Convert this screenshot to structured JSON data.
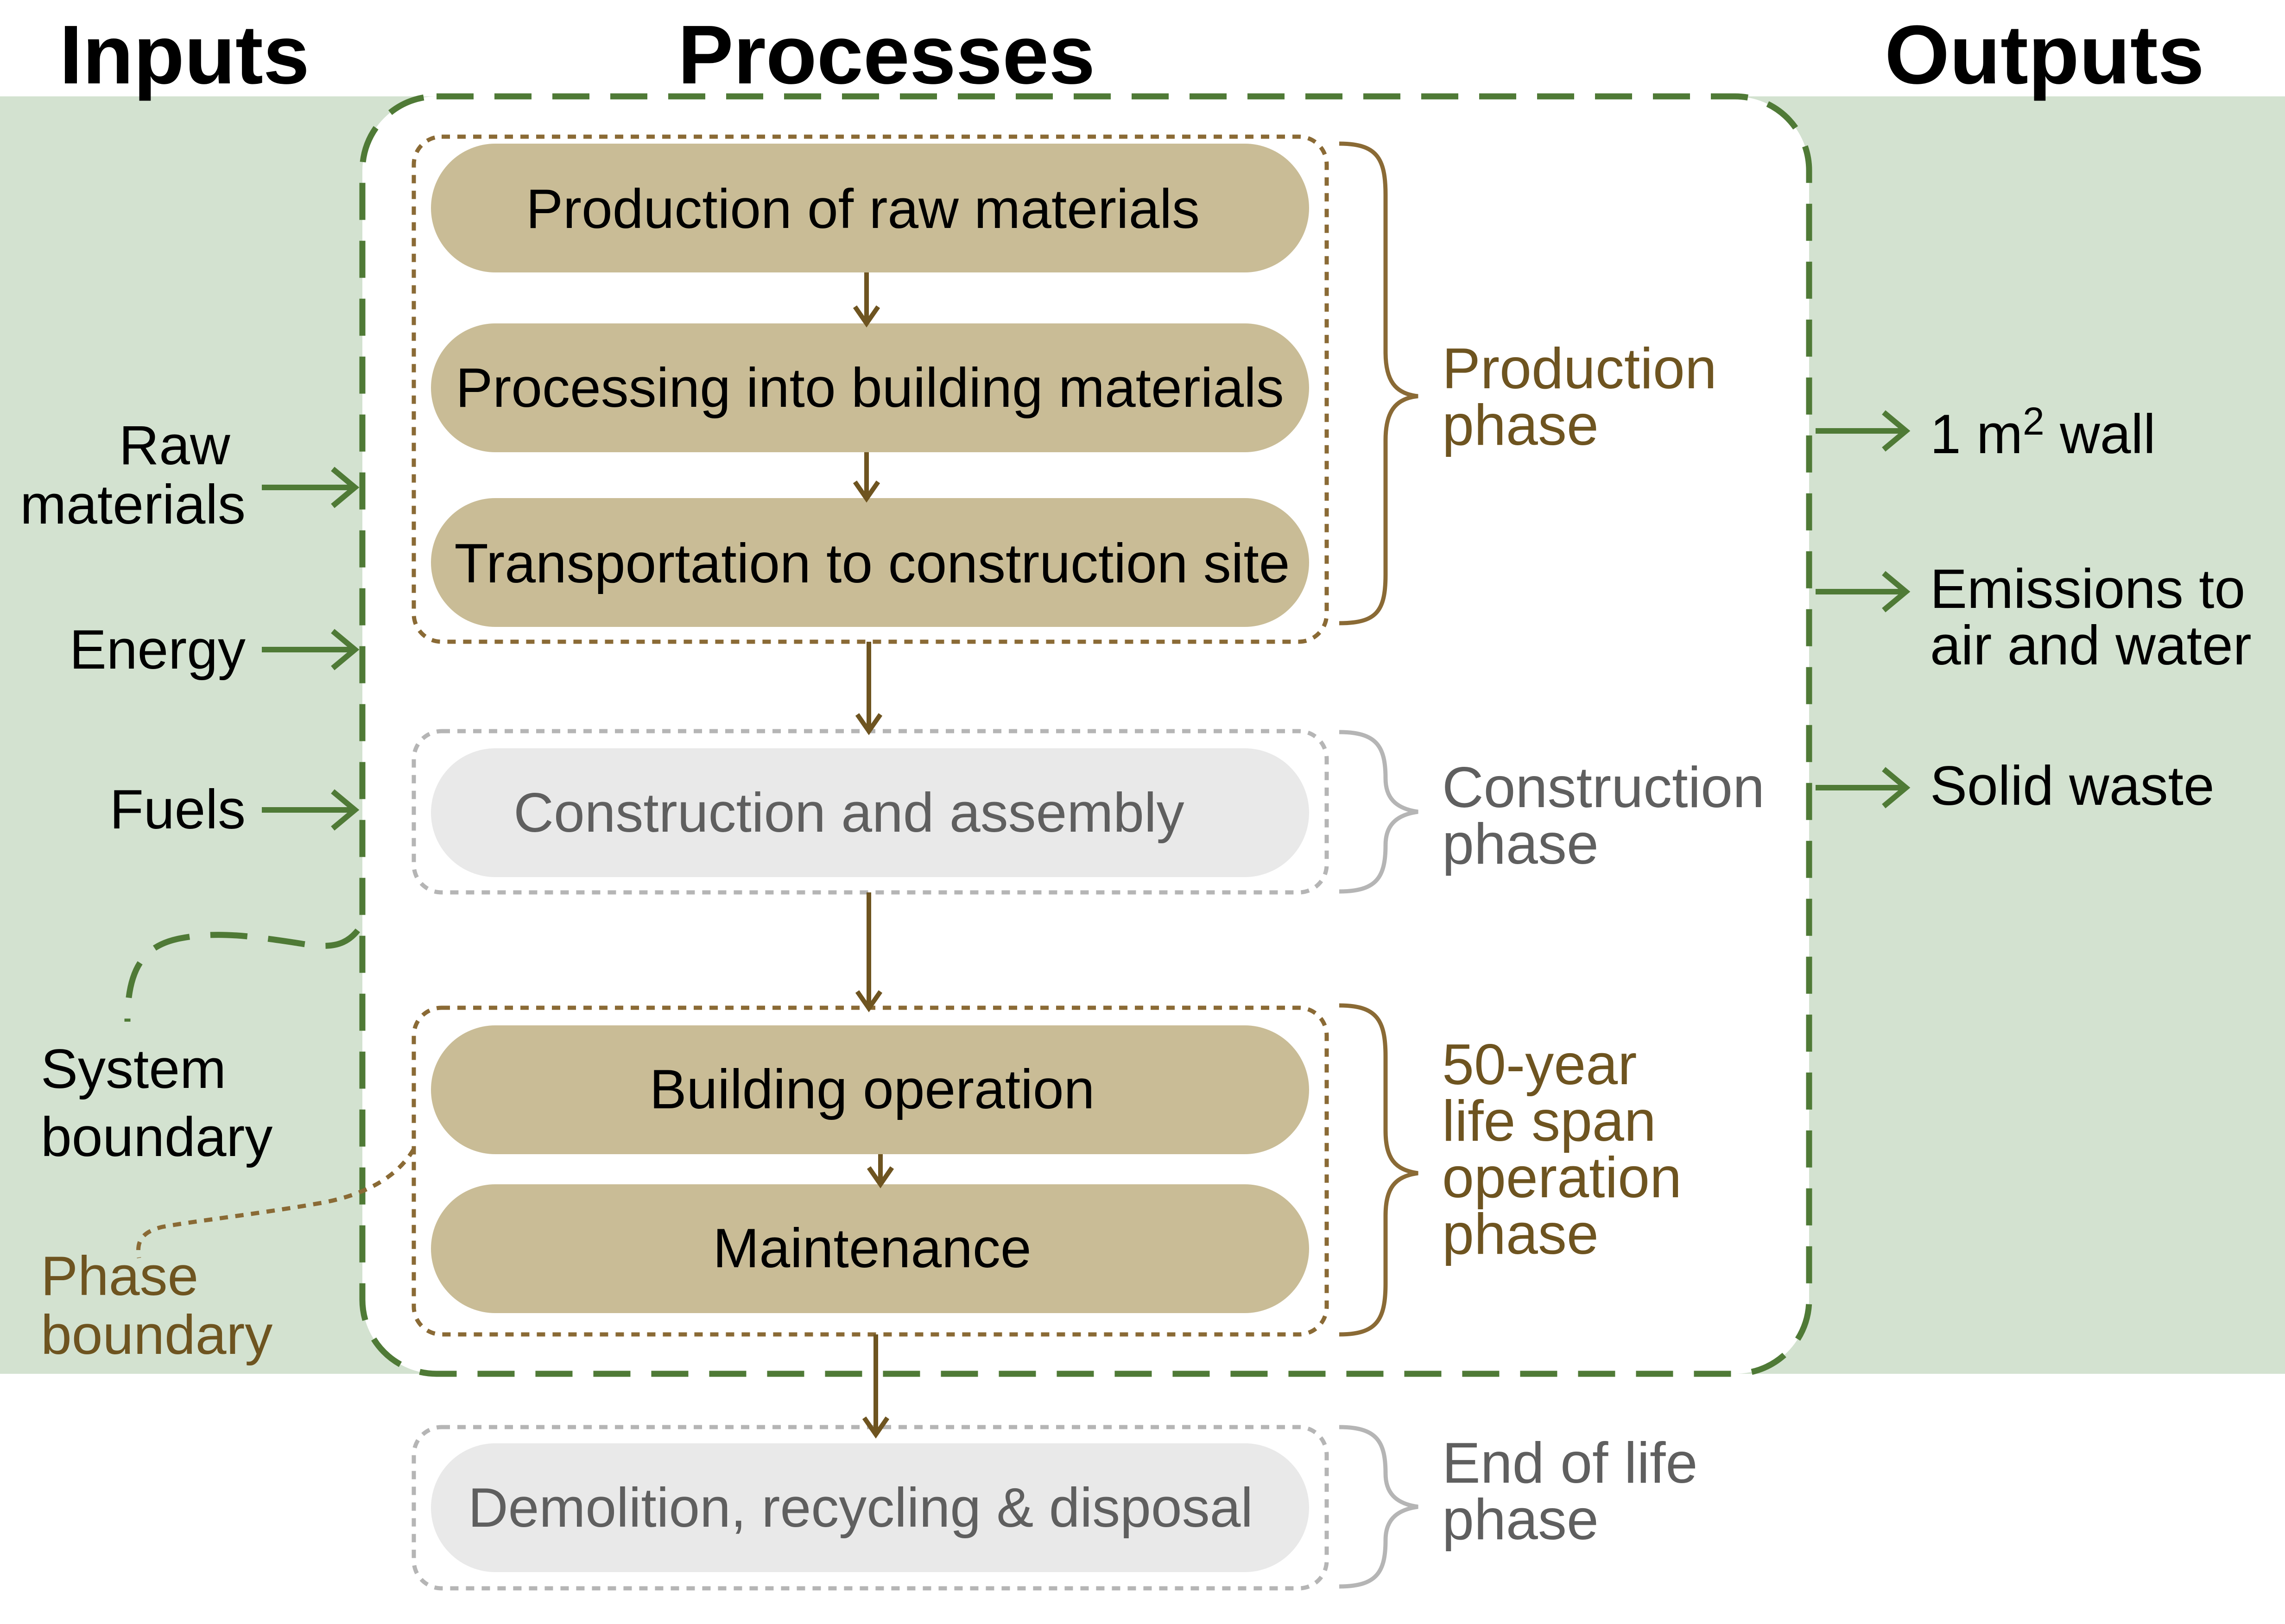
{
  "headers": {
    "inputs": "Inputs",
    "processes": "Processes",
    "outputs": "Outputs"
  },
  "inputs": [
    {
      "lines": [
        "Raw",
        "materials"
      ]
    },
    {
      "lines": [
        "Energy"
      ]
    },
    {
      "lines": [
        "Fuels"
      ]
    }
  ],
  "outputs": [
    {
      "pre": "1 m",
      "sup": "2",
      "post": " wall"
    },
    {
      "lines": [
        "Emissions to",
        "air and water"
      ]
    },
    {
      "lines": [
        "Solid waste"
      ]
    }
  ],
  "processes": [
    {
      "label": "Production of raw materials",
      "style": "active"
    },
    {
      "label": "Processing into building materials",
      "style": "active"
    },
    {
      "label": "Transportation to construction site",
      "style": "active"
    },
    {
      "label": "Construction and assembly",
      "style": "inactive"
    },
    {
      "label": "Building operation",
      "style": "active"
    },
    {
      "label": "Maintenance",
      "style": "active"
    },
    {
      "label": "Demolition, recycling & disposal",
      "style": "inactive"
    }
  ],
  "phases": [
    {
      "lines": [
        "Production",
        "phase"
      ],
      "style": "active"
    },
    {
      "lines": [
        "Construction",
        "phase"
      ],
      "style": "inactive"
    },
    {
      "lines": [
        "50-year",
        "life span",
        "operation",
        "phase"
      ],
      "style": "active"
    },
    {
      "lines": [
        "End of life",
        "phase"
      ],
      "style": "inactive"
    }
  ],
  "legend": {
    "system_boundary": [
      "System",
      "boundary"
    ],
    "phase_boundary": [
      "Phase",
      "boundary"
    ]
  },
  "colors": {
    "system_green": "#4f7a36",
    "boundary_fill": "#d3e2d0",
    "active_box": "#c9bc96",
    "inactive_box": "#e9e9e9",
    "brown": "#6e5420",
    "brown_line": "#8a6a35",
    "inactive_text": "#5f5f5f",
    "inactive_line": "#b5b5b5"
  }
}
